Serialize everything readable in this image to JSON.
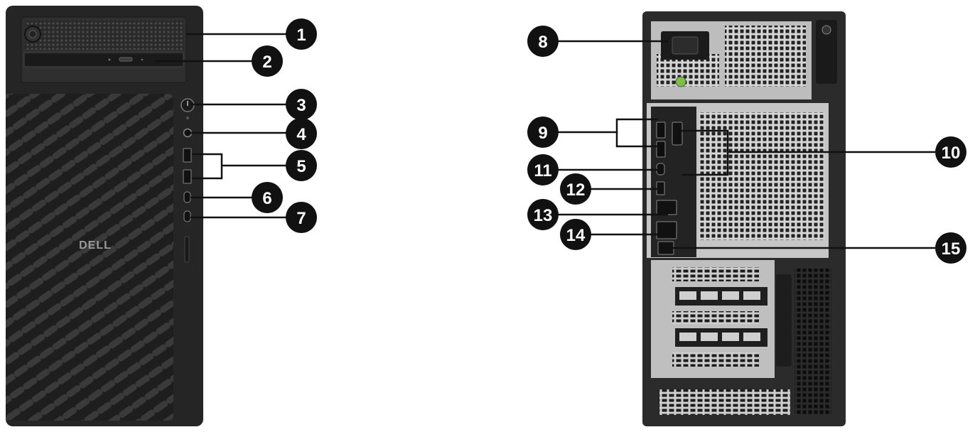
{
  "front": {
    "logo": "DELL"
  },
  "callouts": [
    {
      "id": "c1",
      "label": "1"
    },
    {
      "id": "c2",
      "label": "2"
    },
    {
      "id": "c3",
      "label": "3"
    },
    {
      "id": "c4",
      "label": "4"
    },
    {
      "id": "c5",
      "label": "5"
    },
    {
      "id": "c6",
      "label": "6"
    },
    {
      "id": "c7",
      "label": "7"
    },
    {
      "id": "c8",
      "label": "8"
    },
    {
      "id": "c9",
      "label": "9"
    },
    {
      "id": "c10",
      "label": "10"
    },
    {
      "id": "c11",
      "label": "11"
    },
    {
      "id": "c12",
      "label": "12"
    },
    {
      "id": "c13",
      "label": "13"
    },
    {
      "id": "c14",
      "label": "14"
    },
    {
      "id": "c15",
      "label": "15"
    }
  ],
  "colors": {
    "chassis": "#2b2b2b",
    "chassis_dark": "#1a1a1a",
    "metal": "#c8c8c8",
    "metal_dark": "#a9a9a9",
    "callout": "#111111",
    "leader": "#111111",
    "psu_led": "#7cc242"
  }
}
